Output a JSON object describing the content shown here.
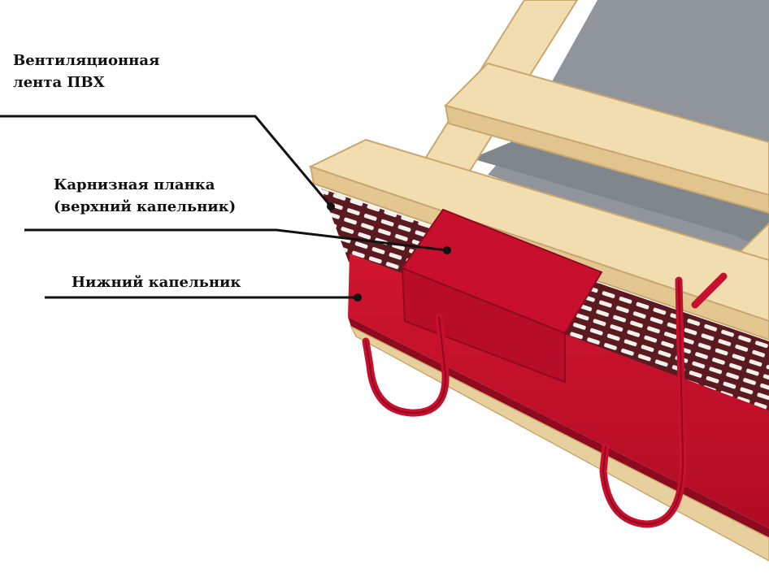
{
  "labels": {
    "vent_line1": "Вентиляционная",
    "vent_line2": "лента ПВХ",
    "karniz_line1": "Карнизная планка",
    "karniz_line2": "(верхний капельник)",
    "lower_drip": "Нижний капельник"
  },
  "colors": {
    "wood": "#f1ddb0",
    "wood_edge": "#c9a870",
    "membrane": "#8f959b",
    "metal_red": "#c8102e",
    "metal_dark": "#8e0a1f",
    "vent_tape": "#5a1a20",
    "leader": "#111111"
  }
}
